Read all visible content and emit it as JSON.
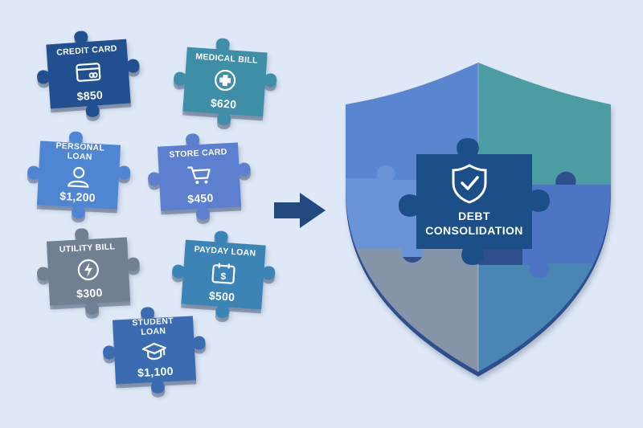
{
  "pieces": [
    {
      "label_lines": [
        "CREDIT CARD"
      ],
      "amount": "$850",
      "icon": "credit-card-icon",
      "color": "#244f8f"
    },
    {
      "label_lines": [
        "MEDICAL BILL"
      ],
      "amount": "$620",
      "icon": "medical-cross-icon",
      "color": "#3e8ea6"
    },
    {
      "label_lines": [
        "PERSONAL",
        "LOAN"
      ],
      "amount": "$1,200",
      "icon": "person-icon",
      "color": "#4f86d4"
    },
    {
      "label_lines": [
        "STORE CARD"
      ],
      "amount": "$450",
      "icon": "shopping-cart-icon",
      "color": "#5b7fd0"
    },
    {
      "label_lines": [
        "UTILITY BILL"
      ],
      "amount": "$300",
      "icon": "lightning-icon",
      "color": "#6f7f91"
    },
    {
      "label_lines": [
        "PAYDAY LOAN"
      ],
      "amount": "$500",
      "icon": "calendar-dollar-icon",
      "color": "#3d84b6"
    },
    {
      "label_lines": [
        "STUDENT",
        "LOAN"
      ],
      "amount": "$1,100",
      "icon": "graduation-cap-icon",
      "color": "#3a6cb2"
    }
  ],
  "arrow": {
    "icon": "right-arrow-icon",
    "color": "#224a80"
  },
  "shield": {
    "title_lines": [
      "DEBT",
      "CONSOLIDATION"
    ],
    "icon": "shield-check-icon",
    "colors": {
      "top_left": "#5a86cf",
      "top_right": "#4c9ca3",
      "mid_left": "#6b92d6",
      "mid_right": "#4d74c4",
      "bottom_left": "#8594a8",
      "bottom_right": "#4a86b6",
      "center": "#1f4f88",
      "edge": "#2d4f8c"
    }
  }
}
